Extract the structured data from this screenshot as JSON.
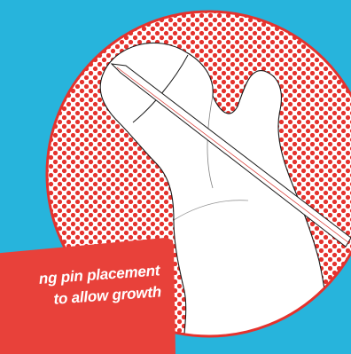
{
  "colors": {
    "background": "#27b4dc",
    "circle_fill": "#ffffff",
    "dot_pattern": "#e5322d",
    "circle_border": "#e5322d",
    "bone_fill": "#ffffff",
    "bone_outline": "#1a1a1a",
    "pin_outline": "#1a1a1a",
    "pin_axis": "#d9302a",
    "caption_box": "#e8413a",
    "caption_text": "#ffffff"
  },
  "illustration": {
    "subject": "femur-head-with-fixation-pin",
    "pattern": "halftone-dots"
  },
  "caption": {
    "line1": "ng pin placement",
    "line2": "to allow growth"
  }
}
